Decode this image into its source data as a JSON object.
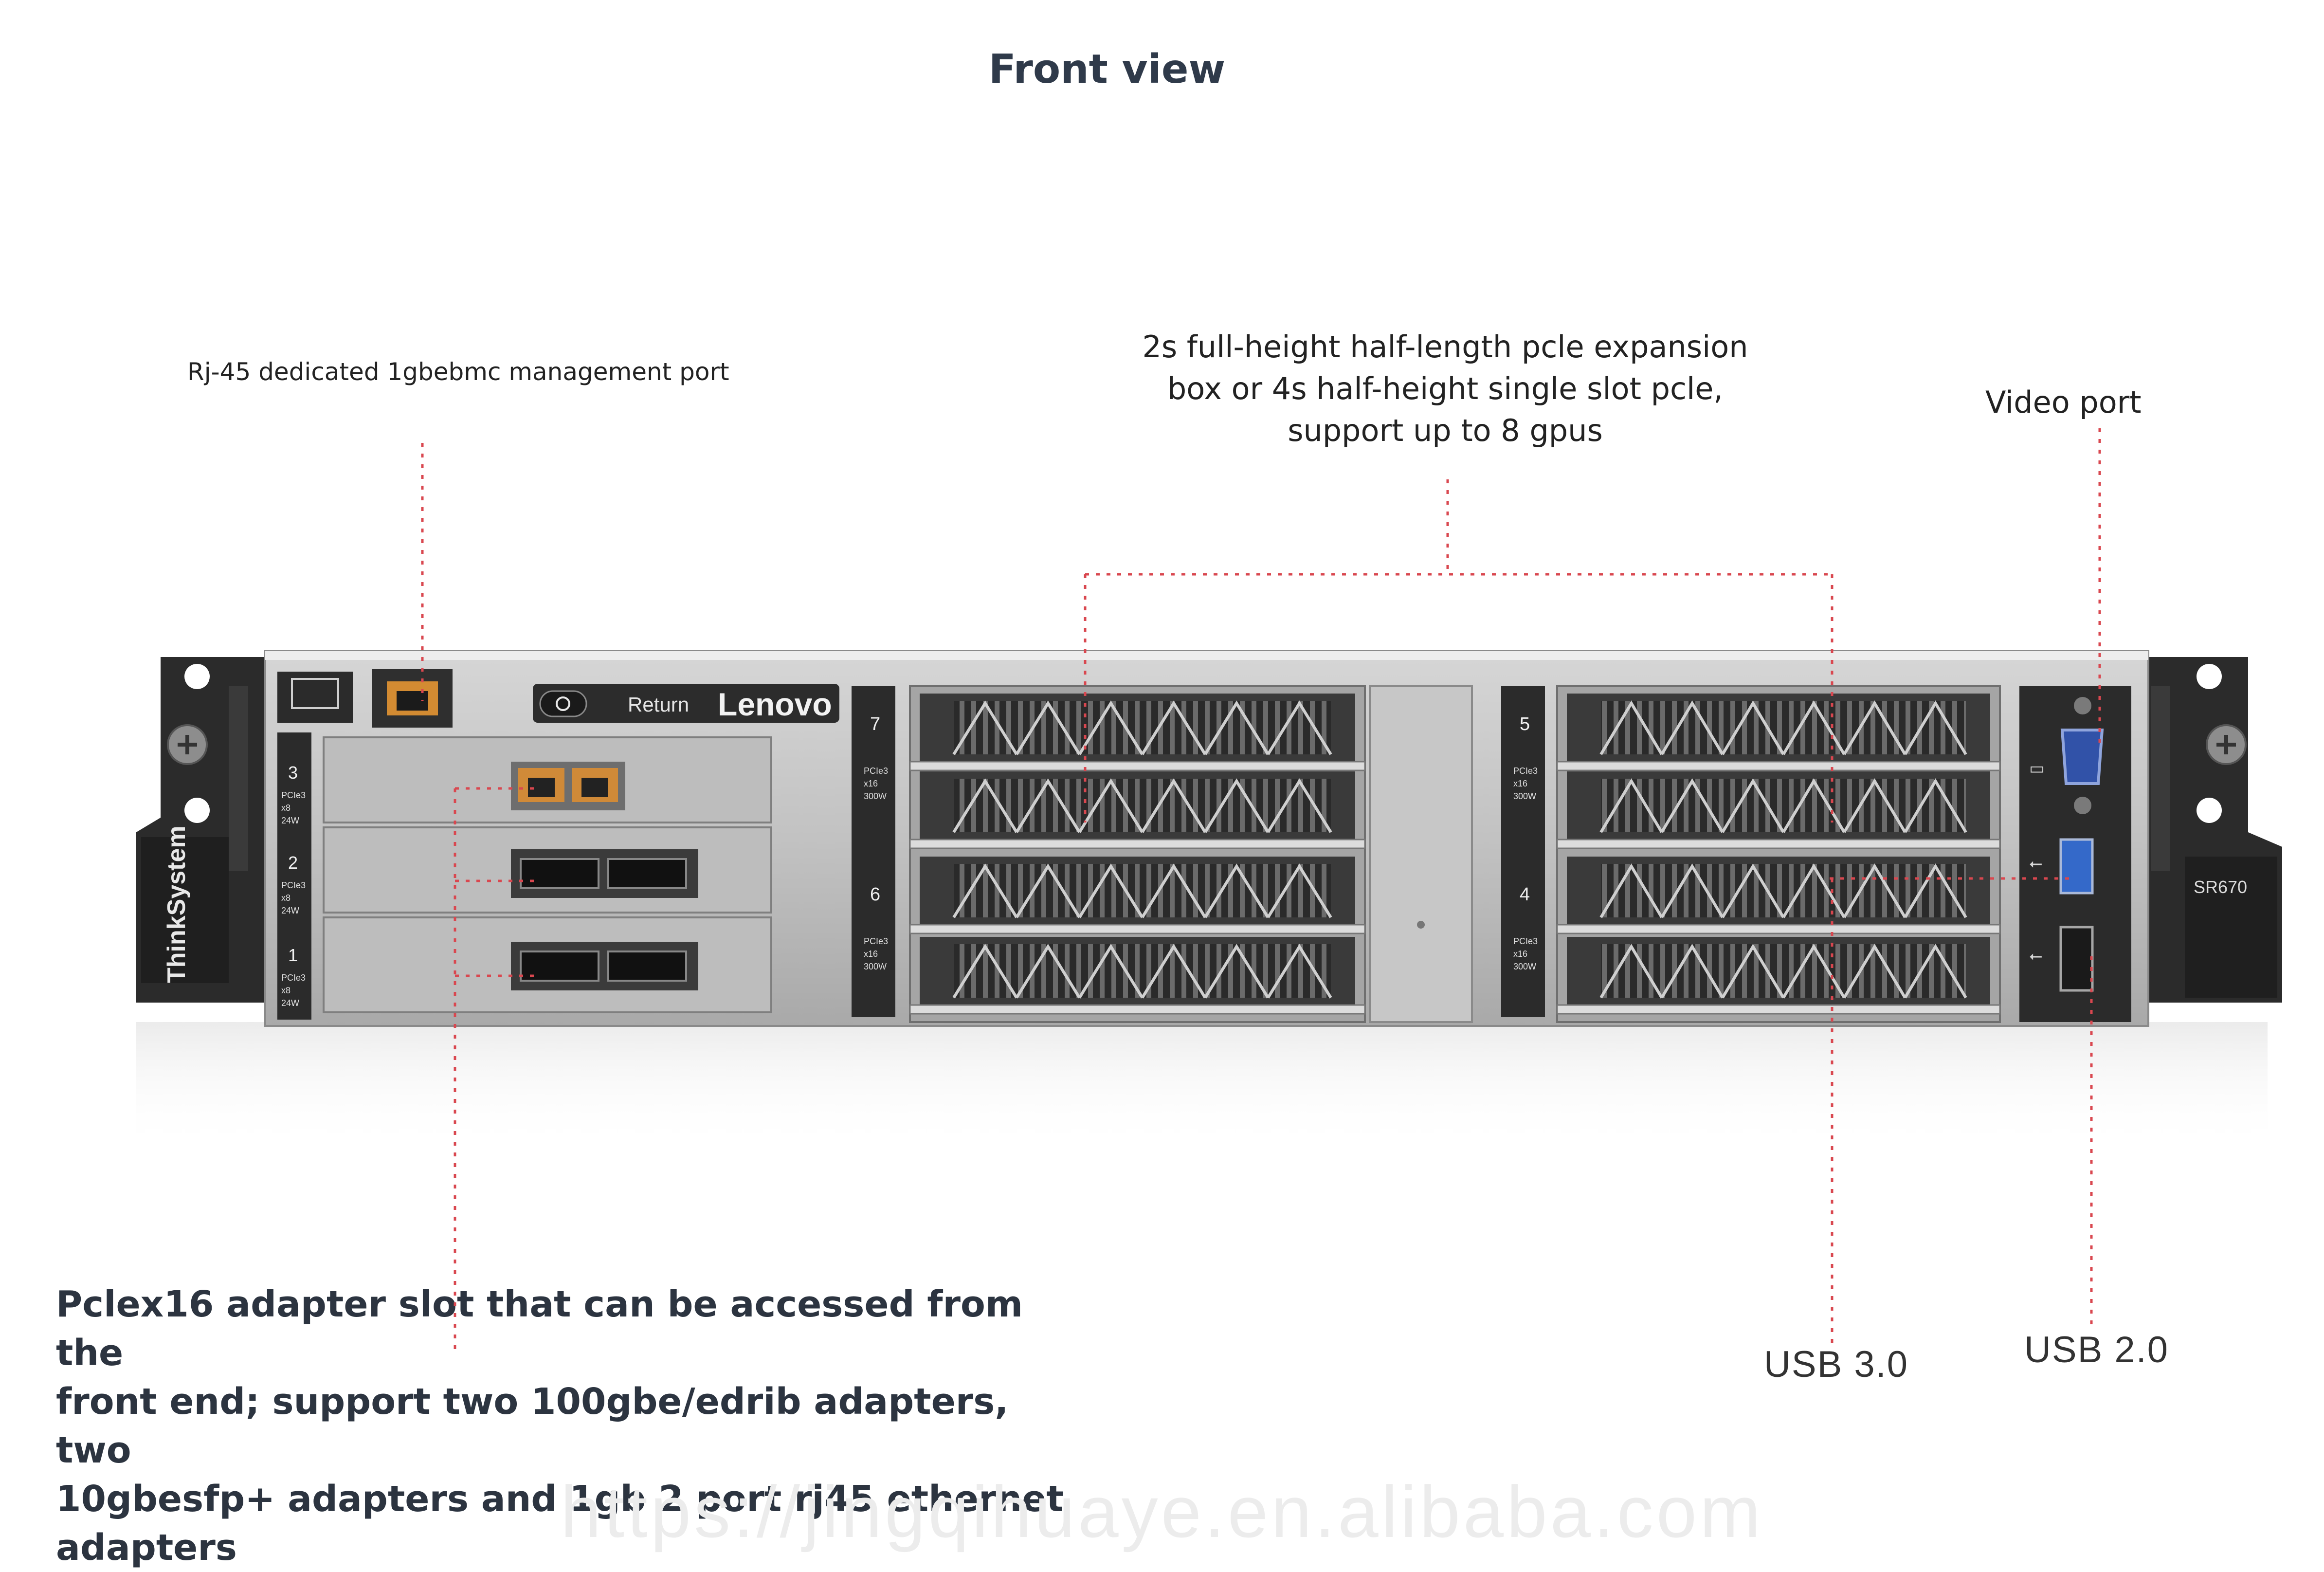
{
  "title": "Front view",
  "labels": {
    "rj45": "Rj-45 dedicated 1gbebmc management port",
    "pcie_expansion_line1": "2s full-height half-length pcle expansion",
    "pcie_expansion_line2": "box or 4s half-height single slot pcle,",
    "pcie_expansion_line3": "support up to 8 gpus",
    "video_port": "Video port",
    "pclex16_line1": "Pclex16 adapter slot that can be accessed from the",
    "pclex16_line2": "front end; support two 100gbe/edrib adapters, two",
    "pclex16_line3": "10gbesfp+ adapters and 1gb 2 port rj45 ethernet",
    "pclex16_line4": "adapters",
    "usb3": "USB 3.0",
    "usb2": "USB 2.0"
  },
  "server": {
    "brand": "Lenovo",
    "return_label": "Return",
    "left_ear_text": "ThinkSystem",
    "model": "SR670",
    "left_slots": [
      {
        "number": "3",
        "spec1": "PCIe3",
        "spec2": "x8",
        "spec3": "24W"
      },
      {
        "number": "2",
        "spec1": "PCIe3",
        "spec2": "x8",
        "spec3": "24W"
      },
      {
        "number": "1",
        "spec1": "PCIe3",
        "spec2": "x8",
        "spec3": "24W"
      }
    ],
    "gpu_slots": [
      {
        "number": "7",
        "spec1": "PCIe3",
        "spec2": "x16",
        "spec3": "300W"
      },
      {
        "number": "6",
        "spec1": "PCIe3",
        "spec2": "x16",
        "spec3": "300W"
      },
      {
        "number": "5",
        "spec1": "PCIe3",
        "spec2": "x16",
        "spec3": "300W"
      },
      {
        "number": "4",
        "spec1": "PCIe3",
        "spec2": "x16",
        "spec3": "300W"
      }
    ]
  },
  "watermark": "https://jingqihuaye.en.alibaba.com",
  "colors": {
    "leader_line": "#d9474f",
    "title": "#2f3a4a"
  }
}
